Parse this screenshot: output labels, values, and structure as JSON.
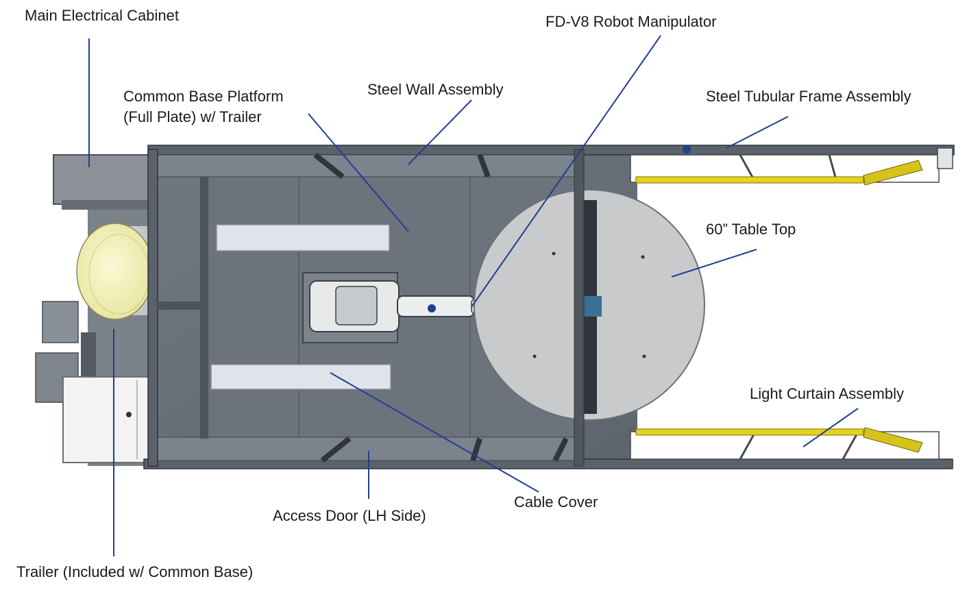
{
  "labels": {
    "main_cabinet": "Main Electrical Cabinet",
    "base_platform_line1": "Common Base Platform",
    "base_platform_line2": "(Full Plate) w/ Trailer",
    "steel_wall": "Steel Wall Assembly",
    "robot": "FD-V8 Robot Manipulator",
    "tubular_frame": "Steel Tubular Frame Assembly",
    "table_top": "60” Table Top",
    "light_curtain": "Light Curtain Assembly",
    "cable_cover": "Cable Cover",
    "access_door": "Access Door (LH Side)",
    "trailer": "Trailer (Included w/ Common Base)"
  },
  "colors": {
    "leader": "#1f3f8f",
    "frame": "#5c6470",
    "floor": "#6f7780",
    "floor_dark": "#5a616a",
    "light_curtain": "#e6d21a",
    "table": "#c9cbcd",
    "tank": "#f2efb5",
    "cabinet": "#f3f3f3"
  }
}
